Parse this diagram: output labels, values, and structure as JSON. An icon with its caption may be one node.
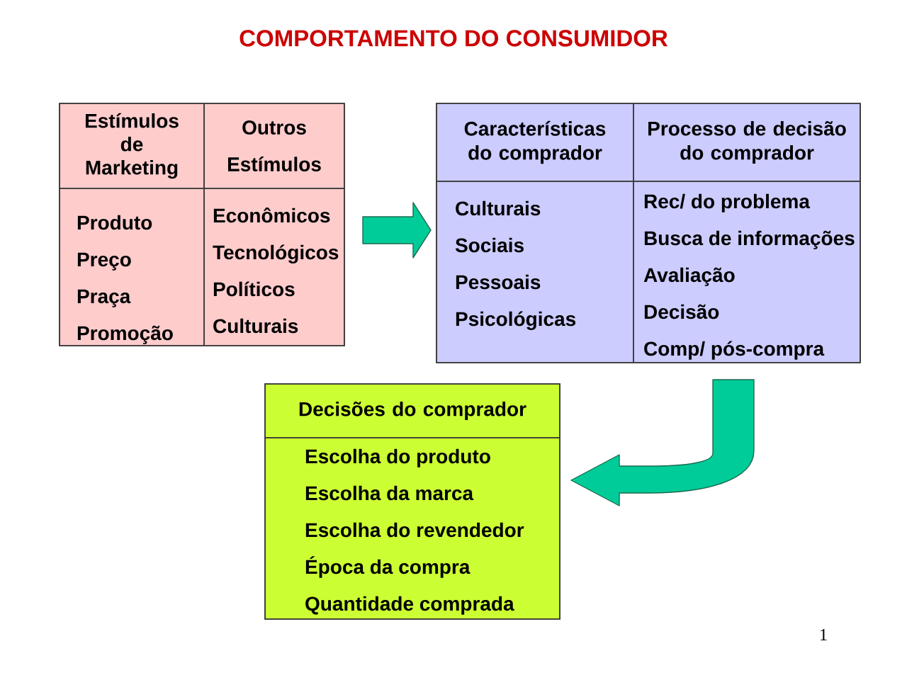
{
  "diagram": {
    "title": "COMPORTAMENTO DO CONSUMIDOR",
    "nodes": [
      {
        "text": [],
        "shape": "box"
      },
      {
        "text": [
          "Estímulos de Marketing"
        ],
        "in": 0
      },
      {
        "text": [
          "Outros Estímulos"
        ],
        "in": 0
      },
      {
        "text": [
          "Produto",
          "Preço",
          "Praça",
          "Promoção"
        ],
        "in": 0
      },
      {
        "text": [
          "Econômicos",
          "Tecnológicos",
          "Políticos",
          "Culturais"
        ],
        "in": 0
      },
      {
        "text": [],
        "shape": "box"
      },
      {
        "text": [
          "Características do comprador"
        ],
        "in": 5
      },
      {
        "text": [
          "Processo de decisão do comprador"
        ],
        "in": 5
      },
      {
        "text": [
          "Culturais",
          "Sociais",
          "Pessoais",
          "Psicológicas"
        ],
        "in": 5
      },
      {
        "text": [
          "Rec/ do problema",
          "Busca de informações",
          "Avaliação",
          "Decisão",
          "Comp/ pós-compra"
        ],
        "in": 5
      },
      {
        "text": [],
        "shape": "box"
      },
      {
        "text": [
          "Decisões do comprador"
        ],
        "in": 10
      },
      {
        "text": [
          "Escolha do produto",
          "Escolha da marca",
          "Escolha do revendedor",
          "Época da compra",
          "Quantidade comprada"
        ],
        "in": 10
      }
    ],
    "edges": [
      {
        "from": 0,
        "to": 5,
        "arrow": "to"
      },
      {
        "from": 5,
        "to": 10,
        "arrow": "to"
      }
    ],
    "labels": [
      "1"
    ]
  }
}
